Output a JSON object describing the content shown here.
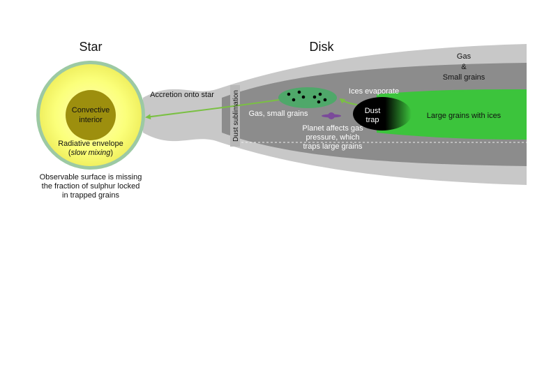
{
  "headings": {
    "star": "Star",
    "disk": "Disk"
  },
  "star": {
    "core_line1": "Convective",
    "core_line2": "interior",
    "envelope_line1": "Radiative envelope",
    "envelope_paren_open": "(",
    "envelope_italic": "slow mixing",
    "envelope_paren_close": ")",
    "note_line1": "Observable surface is missing",
    "note_line2": "the fraction of sulphur locked",
    "note_line3": "in trapped grains"
  },
  "disk": {
    "accretion": "Accretion onto star",
    "dust_sublimation": "Dust sublimation",
    "gas_small_grains": "Gas, small grains",
    "ices_evaporate": "Ices evaporate",
    "outer_line1": "Gas",
    "outer_line2": "&",
    "outer_line3": "Small grains",
    "dust_trap_line1": "Dust",
    "dust_trap_line2": "trap",
    "large_grains": "Large grains with ices",
    "planet_line1": "Planet affects gas",
    "planet_line2": "pressure, which",
    "planet_line3": "traps large grains"
  },
  "colors": {
    "outer_disk": "#c8c8c8",
    "mid_disk": "#8c8c8c",
    "large_grains": "#3cc43c",
    "gas_blob": "#4fa86a",
    "arrow": "#7ac043",
    "planet": "#7b4a9a",
    "star_halo": "#9cc9a3",
    "star_envelope": "#fbff7a",
    "star_core": "#9d8f0e"
  }
}
